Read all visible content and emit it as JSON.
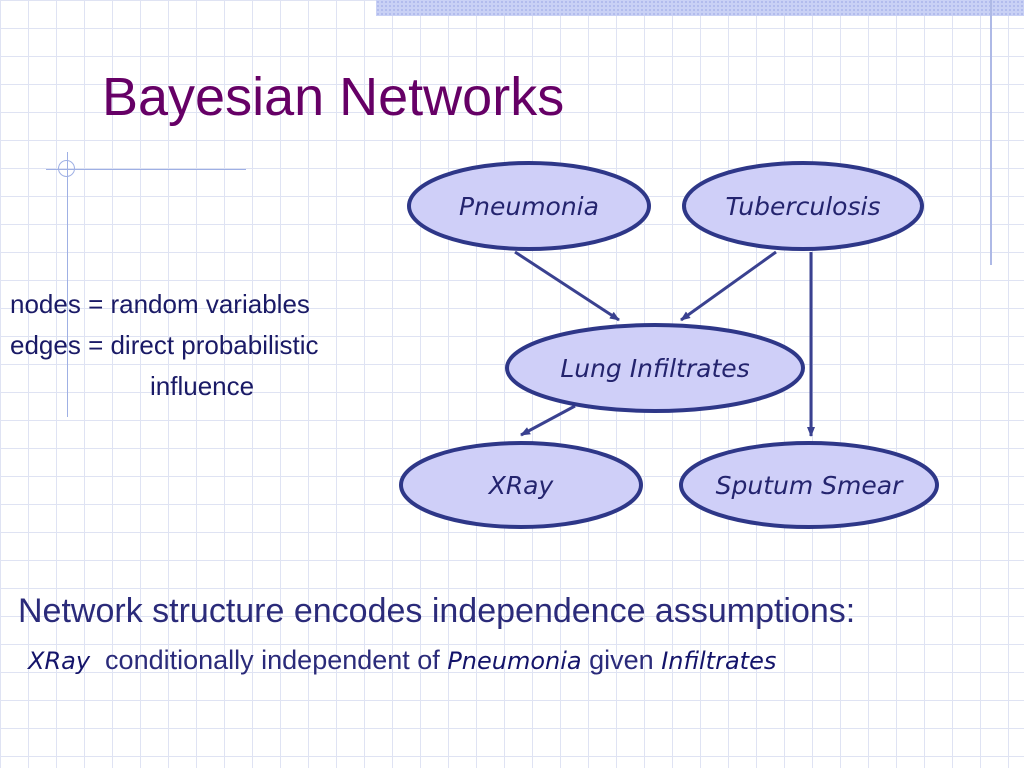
{
  "slide": {
    "title": "Bayesian Networks"
  },
  "legend": {
    "line1": "nodes = random variables",
    "line2": "edges = direct probabilistic",
    "line3": "influence"
  },
  "diagram": {
    "colors": {
      "node_fill": "#cfcff8",
      "node_stroke": "#2e3788",
      "edge": "#3a4190",
      "label": "#24246e"
    },
    "nodes": [
      {
        "id": "pneumonia",
        "label": "Pneumonia"
      },
      {
        "id": "tuberculosis",
        "label": "Tuberculosis"
      },
      {
        "id": "lung-infiltrates",
        "label": "Lung Infiltrates"
      },
      {
        "id": "xray",
        "label": "XRay"
      },
      {
        "id": "sputum-smear",
        "label": "Sputum Smear"
      }
    ],
    "edges": [
      {
        "from": "pneumonia",
        "to": "lung-infiltrates"
      },
      {
        "from": "tuberculosis",
        "to": "lung-infiltrates"
      },
      {
        "from": "tuberculosis",
        "to": "sputum-smear"
      },
      {
        "from": "lung-infiltrates",
        "to": "xray"
      }
    ]
  },
  "caption": {
    "main": "Network structure encodes independence assumptions:",
    "sub_var1": "XRay",
    "sub_text1": "conditionally independent of",
    "sub_var2": "Pneumonia",
    "sub_text2": "given",
    "sub_var3": "Infiltrates"
  }
}
